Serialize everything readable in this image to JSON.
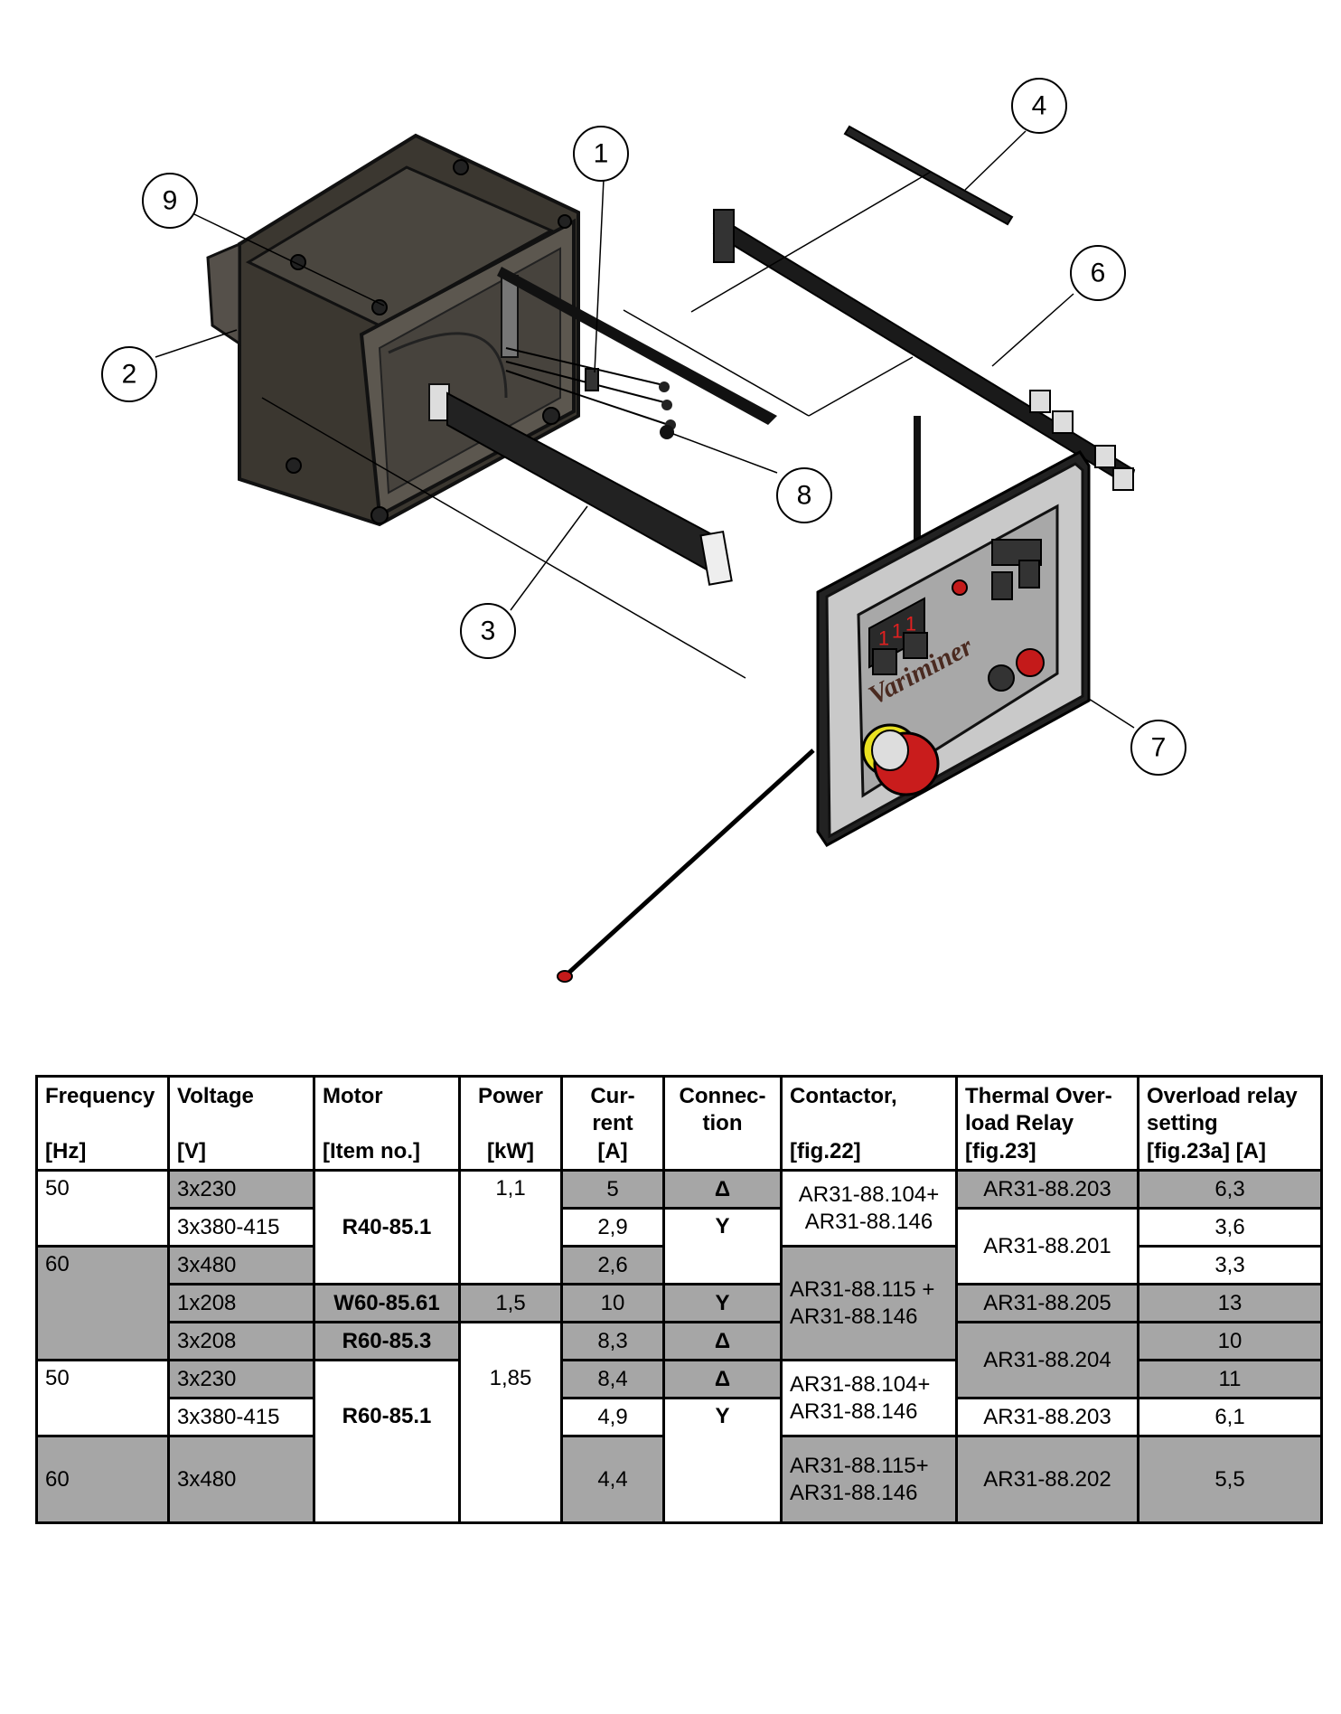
{
  "callouts": [
    "1",
    "2",
    "3",
    "4",
    "6",
    "7",
    "8",
    "9"
  ],
  "panel": {
    "brand": "Variminer",
    "display_digits": [
      "1",
      "1",
      "1"
    ]
  },
  "table": {
    "headers": [
      {
        "line1": "Frequency",
        "line2": "[Hz]"
      },
      {
        "line1": "Voltage",
        "line2": "[V]"
      },
      {
        "line1": "Motor",
        "line2": "[Item no.]"
      },
      {
        "line1": "Power",
        "line2": "[kW]"
      },
      {
        "line1": "Cur-\nrent",
        "line2": "[A]"
      },
      {
        "line1": "Connec-\ntion",
        "line2": ""
      },
      {
        "line1": "Contactor,",
        "line2": "[fig.22]"
      },
      {
        "line1": "Thermal Over-\nload Relay",
        "line2": "[fig.23]"
      },
      {
        "line1": "Overload relay\nsetting",
        "line2": "[fig.23a]  [A]"
      }
    ],
    "frequency": [
      "50",
      "60",
      "50",
      "60"
    ],
    "voltage": [
      "3x230",
      "3x380-415",
      "3x480",
      "1x208",
      "3x208",
      "3x230",
      "3x380-415",
      "3x480"
    ],
    "motor": [
      "R40-85.1",
      "W60-85.61",
      "R60-85.3",
      "R60-85.1"
    ],
    "power": [
      "1,1",
      "1,5",
      "1,85"
    ],
    "current": [
      "5",
      "2,9",
      "2,6",
      "10",
      "8,3",
      "8,4",
      "4,9",
      "4,4"
    ],
    "connection": [
      "Δ",
      "Y",
      "Y",
      "Δ",
      "Δ",
      "Y"
    ],
    "contactor": [
      "AR31-88.104+\nAR31-88.146",
      "AR31-88.115 +\nAR31-88.146",
      "AR31-88.104+\nAR31-88.146",
      "AR31-88.115+\nAR31-88.146"
    ],
    "thermal_relay": [
      "AR31-88.203",
      "AR31-88.201",
      "AR31-88.205",
      "AR31-88.204",
      "AR31-88.203",
      "AR31-88.202"
    ],
    "relay_setting": [
      "6,3",
      "3,6",
      "3,3",
      "13",
      "10",
      "11",
      "6,1",
      "5,5"
    ]
  }
}
